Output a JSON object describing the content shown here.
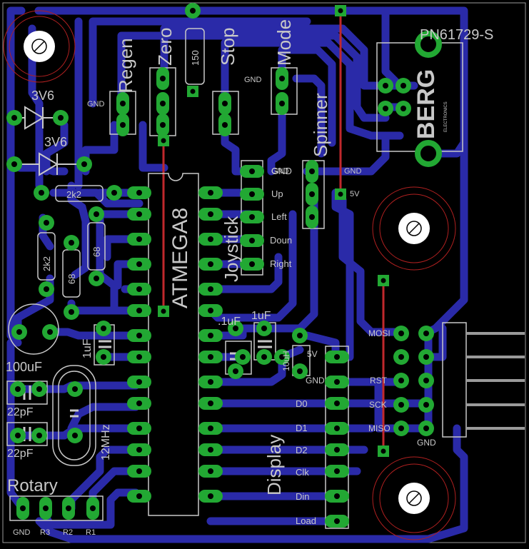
{
  "colors": {
    "background": "#000000",
    "trace": "#2a2aa8",
    "pad": "#22a833",
    "silk": "#c8c8c8",
    "jumper": "#c0282c",
    "drill": "#000000",
    "pot_ring": "#b02020"
  },
  "labels": {
    "regen": "Regen",
    "zero": "Zero",
    "stop": "Stop",
    "mode": "Mode",
    "spinner": "Spinner",
    "joystick": "Joystick",
    "atmega": "ATMEGA8",
    "display": "Display",
    "rotary": "Rotary",
    "connector_part": "PN61729-S",
    "berg": "BERG",
    "electronics": "ELECTRONICS",
    "d1": "3V6",
    "d2": "3V6",
    "r_2k2_h": "2k2",
    "r_2k2_v": "2k2",
    "r_68_a": "68",
    "r_68_b": "68",
    "r_150": "150",
    "cap_100uf": "100uF",
    "cap_1uf_left": "1uF",
    "cap_1uf_mid_a": ".1uF",
    "cap_1uf_mid_b": "1uF",
    "ind_10uh": "10uH",
    "cap_22pf_a": "22pF",
    "cap_22pf_b": "22pF",
    "crystal": "12MHz",
    "gnd_buttons": "GND",
    "gnd_left_btn": "GND",
    "gnd_joy": "GND",
    "gnd_spin": "GND",
    "spin_5v": "5V",
    "disp_5v": "5V",
    "disp_gnd": "GND",
    "isp_gnd": "GND"
  },
  "joystick_pins": [
    "GND",
    "Up",
    "Left",
    "Doun",
    "Right"
  ],
  "display_pins": [
    "D0",
    "D1",
    "D2",
    "Clk",
    "Din",
    "Load"
  ],
  "isp_pins": [
    "MOSI",
    "RST",
    "SCK",
    "MISO"
  ],
  "rotary_pins": [
    "GND",
    "R3",
    "R2",
    "R1"
  ]
}
